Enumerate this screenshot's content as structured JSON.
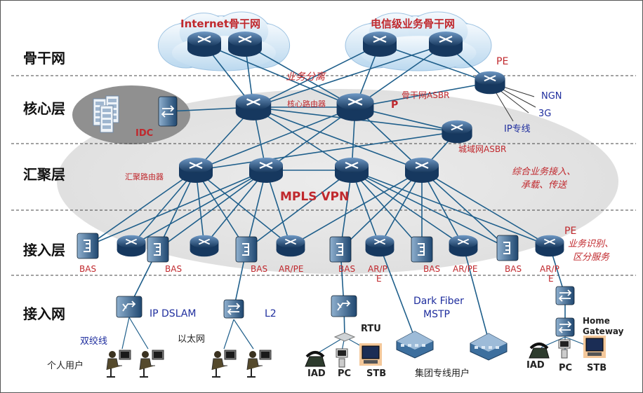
{
  "layers": [
    "骨干网",
    "核心层",
    "汇聚层",
    "接入层",
    "接入网"
  ],
  "clouds": {
    "internet": "Internet骨干网",
    "carrier": "电信级业务骨干网"
  },
  "labels": {
    "service_separation": "业务分离",
    "core_router": "核心路由器",
    "p": "P",
    "backbone_asbr": "骨干网ASBR",
    "pe_top": "PE",
    "ngn": "NGN",
    "g3": "3G",
    "ip_line": "IP专线",
    "metro_asbr": "城域网ASBR",
    "idc": "IDC",
    "agg_router": "汇聚路由器",
    "integrated_access": "综合业务接入、",
    "carry_transport": "承载、传送",
    "mpls_vpn": "MPLS VPN",
    "pe_access": "PE",
    "service_identify": "业务识别、",
    "differentiated": "区分服务",
    "ip_dslam": "IP DSLAM",
    "l2": "L2",
    "rtu": "RTU",
    "dark_fiber": "Dark Fiber",
    "mstp": "MSTP",
    "home_gateway_1": "Home",
    "home_gateway_2": "Gateway",
    "twisted_pair": "双绞线",
    "ethernet": "以太网",
    "personal_users": "个人用户",
    "group_users": "集团专线用户"
  },
  "access_labels": [
    "BAS",
    "BAS",
    "BAS",
    "AR/PE",
    "BAS",
    "AR/P",
    "BAS",
    "AR/PE",
    "BAS",
    "AR/P"
  ],
  "access_label_suffix": "E",
  "end_devices": {
    "left": [
      "IAD",
      "PC",
      "STB"
    ],
    "right": [
      "IAD",
      "PC",
      "STB"
    ]
  },
  "colors": {
    "link": "#1f5f8b",
    "router_top": "#4a78a8",
    "router_bottom": "#16385f",
    "cloud": "#d7e9f7",
    "band": "#e6e6e6",
    "layer_text": "#111111",
    "red_text": "#c0282d",
    "blue_text": "#1f2e9e"
  }
}
